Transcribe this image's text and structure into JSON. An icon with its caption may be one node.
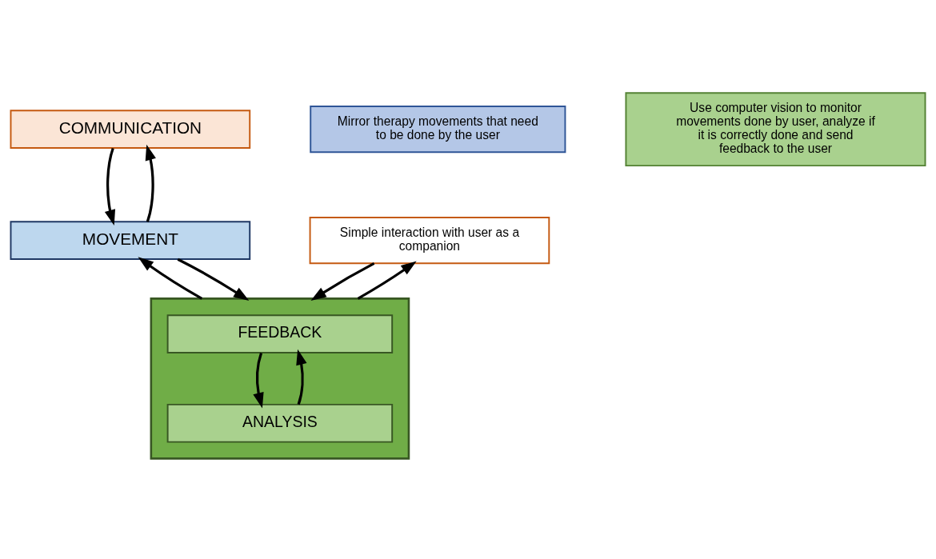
{
  "diagram": {
    "nodes": [
      {
        "text": [
          "COMMUNICATION"
        ]
      },
      {
        "text": [
          "Simple interaction with user as a companion"
        ]
      },
      {
        "text": [
          "MOVEMENT"
        ]
      },
      {
        "text": [
          "Mirror therapy movements that need to be done by the user"
        ]
      },
      {
        "text": [],
        "shape": "box"
      },
      {
        "text": [
          "FEEDBACK"
        ],
        "in": 4
      },
      {
        "text": [
          "ANALYSIS"
        ],
        "in": 4
      },
      {
        "text": [
          "Use computer vision to monitor movements done by user, analyze if it is correctly done and send feedback to the user"
        ]
      }
    ],
    "edges": [
      {
        "from": 2,
        "to": 0,
        "arrow": "to"
      },
      {
        "from": 0,
        "to": 2,
        "arrow": "to"
      },
      {
        "from": 1,
        "to": 4,
        "arrow": "to"
      },
      {
        "from": 4,
        "to": 1,
        "arrow": "to"
      },
      {
        "from": 4,
        "to": 2,
        "arrow": "to"
      },
      {
        "from": 2,
        "to": 4,
        "arrow": "to"
      },
      {
        "from": 5,
        "to": 6,
        "arrow": "to"
      },
      {
        "from": 6,
        "to": 5,
        "arrow": "to"
      }
    ]
  }
}
